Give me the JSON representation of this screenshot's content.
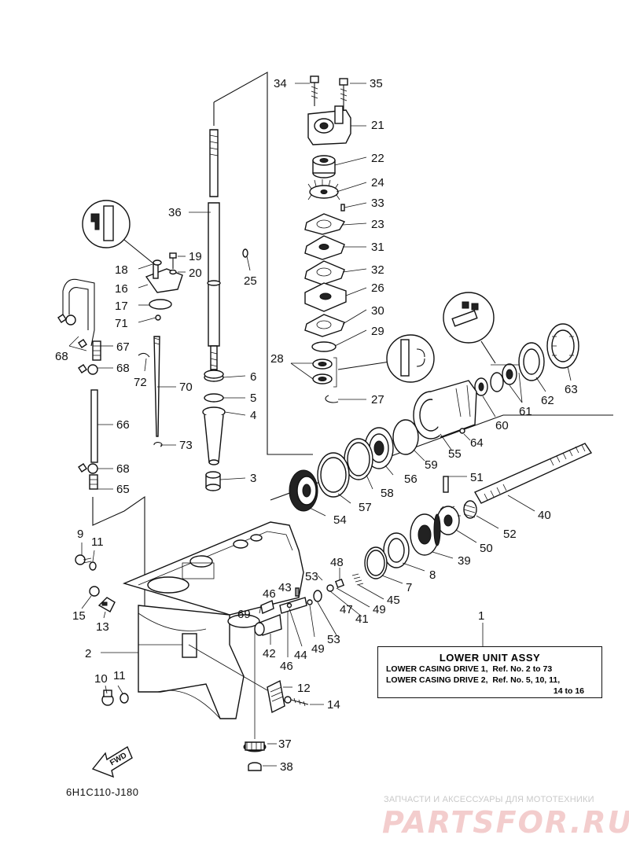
{
  "legend": {
    "number": "1",
    "title": "LOWER UNIT ASSY",
    "line1": "LOWER CASING DRIVE 1,  Ref. No. 2 to 73",
    "line2": "LOWER CASING DRIVE 2,  Ref. No. 5, 10, 11,",
    "line3": "14 to 16"
  },
  "drawing_code": "6H1C110-J180",
  "fwd_label": "FWD",
  "watermark": {
    "small": "ЗАПЧАСТИ И АКСЕССУАРЫ ДЛЯ МОТОТЕХНИКИ",
    "big": "PARTSFOR.RU"
  },
  "callouts": [
    "34",
    "35",
    "21",
    "22",
    "24",
    "33",
    "23",
    "31",
    "32",
    "26",
    "30",
    "29",
    "28",
    "27",
    "36",
    "19",
    "20",
    "18",
    "16",
    "25",
    "17",
    "71",
    "67",
    "68",
    "72",
    "70",
    "6",
    "5",
    "4",
    "63",
    "62",
    "61",
    "60",
    "64",
    "55",
    "59",
    "56",
    "58",
    "57",
    "54",
    "51",
    "40",
    "52",
    "50",
    "39",
    "8",
    "7",
    "45",
    "49",
    "41",
    "47",
    "53",
    "48",
    "43",
    "46",
    "69",
    "42",
    "44",
    "13",
    "9",
    "11",
    "15",
    "2",
    "12",
    "14",
    "10",
    "37",
    "38",
    "65",
    "66",
    "73",
    "3",
    "1"
  ]
}
